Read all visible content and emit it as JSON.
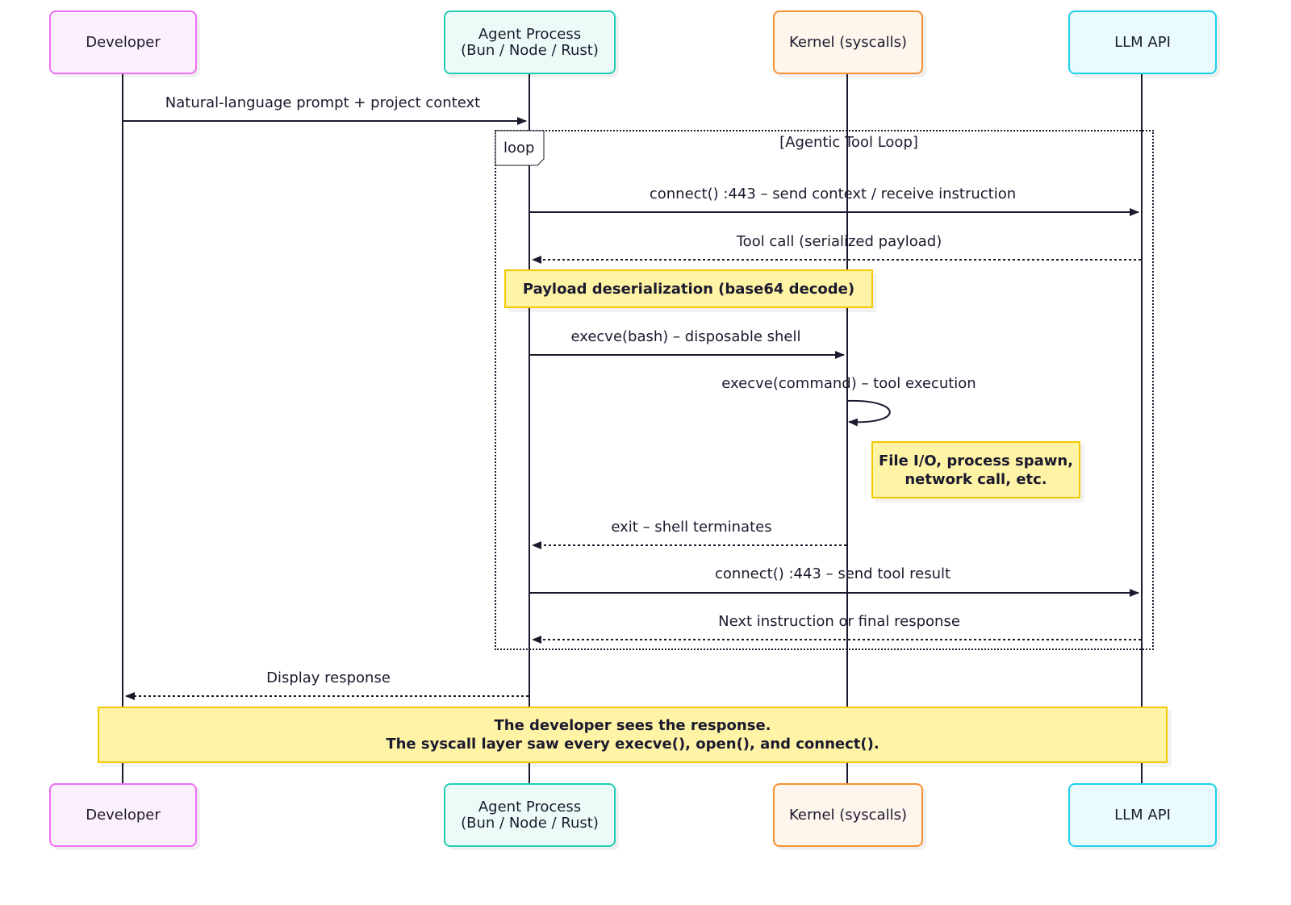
{
  "participants": [
    {
      "id": "developer",
      "label": "Developer",
      "border": "#ee6ef5",
      "fill": "#fdf0fd"
    },
    {
      "id": "agent",
      "label": "Agent Process\n(Bun / Node / Rust)",
      "border": "#22cdb4",
      "fill": "#edfbf8"
    },
    {
      "id": "kernel",
      "label": "Kernel (syscalls)",
      "border": "#f7902e",
      "fill": "#fef5ec"
    },
    {
      "id": "llm",
      "label": "LLM API",
      "border": "#1fd0ec",
      "fill": "#eafbfd"
    }
  ],
  "loop": {
    "tag": "loop",
    "title": "[Agentic Tool Loop]"
  },
  "messages": [
    {
      "from": "developer",
      "to": "agent",
      "label": "Natural-language prompt + project context",
      "style": "solid"
    },
    {
      "from": "agent",
      "to": "llm",
      "label": "connect() :443 – send context / receive instruction",
      "style": "solid"
    },
    {
      "from": "llm",
      "to": "agent",
      "label": "Tool call (serialized payload)",
      "style": "dotted"
    },
    {
      "from": "agent",
      "to": "kernel",
      "label": "execve(bash) – disposable shell",
      "style": "solid"
    },
    {
      "from": "kernel",
      "to": "kernel",
      "label": "execve(command) – tool execution",
      "style": "solid"
    },
    {
      "from": "kernel",
      "to": "agent",
      "label": "exit – shell terminates",
      "style": "dotted"
    },
    {
      "from": "agent",
      "to": "llm",
      "label": "connect() :443 – send tool result",
      "style": "solid"
    },
    {
      "from": "llm",
      "to": "agent",
      "label": "Next instruction or final response",
      "style": "dotted"
    },
    {
      "from": "agent",
      "to": "developer",
      "label": "Display response",
      "style": "dotted"
    }
  ],
  "notes": [
    {
      "text": "Payload deserialization (base64 decode)"
    },
    {
      "text": "File I/O, process spawn,\nnetwork call, etc."
    },
    {
      "text": "The developer sees the response.\nThe syscall layer saw every execve(), open(), and connect()."
    }
  ],
  "colors": {
    "line": "#1a1a2e",
    "note_fill": "#fff3a6",
    "note_border": "#f5c800"
  }
}
